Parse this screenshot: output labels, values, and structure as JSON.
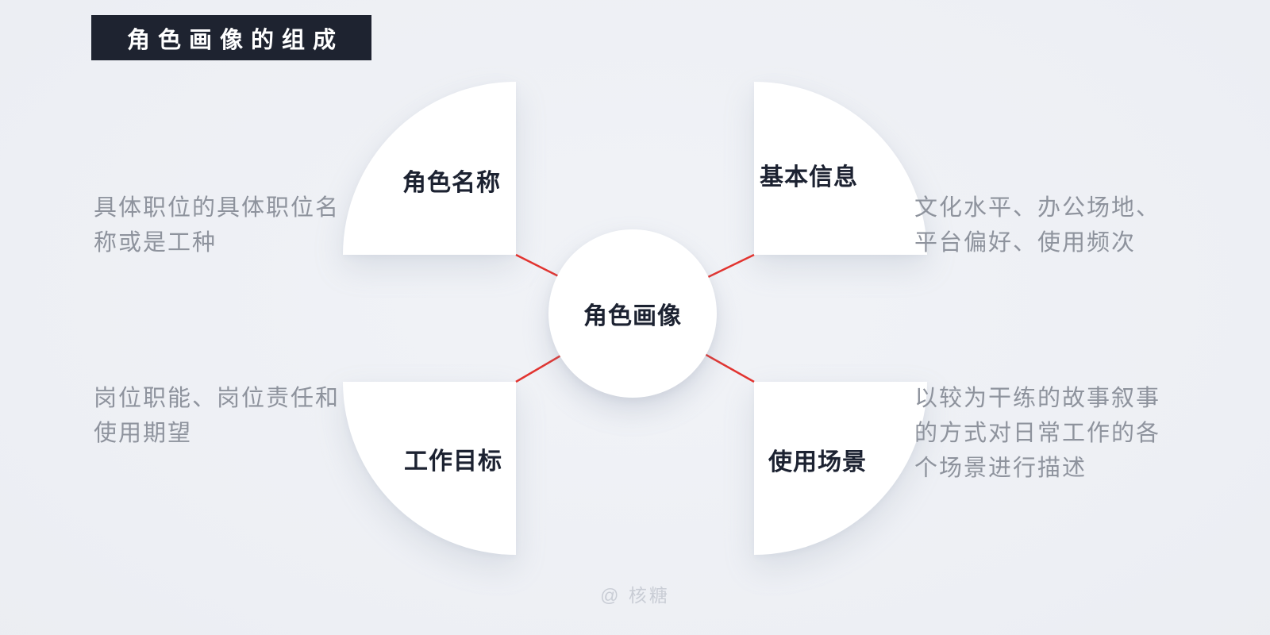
{
  "title": "角色画像的组成",
  "center_node": {
    "label": "角色画像"
  },
  "quadrants": [
    {
      "id": "role-name",
      "label": "角色名称",
      "description": "具体职位的具体职位名\n称或是工种"
    },
    {
      "id": "basic-info",
      "label": "基本信息",
      "description": "文化水平、办公场地、\n平台偏好、使用频次"
    },
    {
      "id": "work-goals",
      "label": "工作目标",
      "description": "岗位职能、岗位责任和\n使用期望"
    },
    {
      "id": "usage-scenarios",
      "label": "使用场景",
      "description": "以较为干练的故事叙事\n的方式对日常工作的各\n个场景进行描述"
    }
  ],
  "watermark": "@ 核糖",
  "colors": {
    "background": "#edeff4",
    "panel": "#ffffff",
    "title_bg": "#1e2330",
    "title_text": "#ffffff",
    "label_text": "#1c2231",
    "description_text": "#8e939d",
    "connector": "#e23430",
    "watermark_text": "#c9cdd5"
  }
}
